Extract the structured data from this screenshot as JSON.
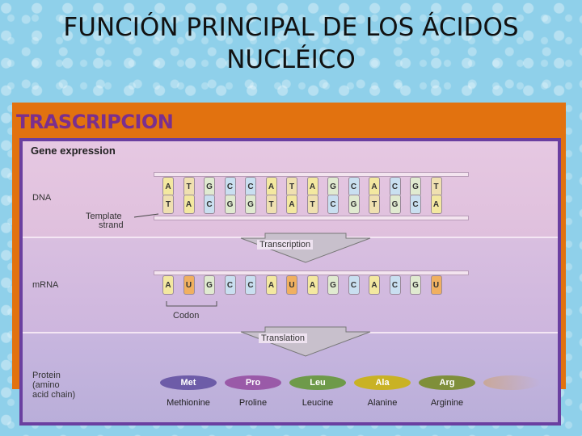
{
  "slide": {
    "title_line1": "FUNCIÓN PRINCIPAL DE LOS ÁCIDOS",
    "title_line2": "NUCLÉICO",
    "section_label": "TRASCRIPCION"
  },
  "figure": {
    "title": "Gene expression",
    "dna_label": "DNA",
    "template_label_1": "Template",
    "template_label_2": "strand",
    "transcription_label": "Transcription",
    "mrna_label": "mRNA",
    "codon_label": "Codon",
    "translation_label": "Translation",
    "protein_label_1": "Protein",
    "protein_label_2": "(amino",
    "protein_label_3": "acid chain)",
    "dna_top": [
      "A",
      "T",
      "G",
      "C",
      "C",
      "A",
      "T",
      "A",
      "G",
      "C",
      "A",
      "C",
      "G",
      "T"
    ],
    "dna_bottom": [
      "T",
      "A",
      "C",
      "G",
      "G",
      "T",
      "A",
      "T",
      "C",
      "G",
      "T",
      "G",
      "C",
      "A"
    ],
    "mrna": [
      "A",
      "U",
      "G",
      "C",
      "C",
      "A",
      "U",
      "A",
      "G",
      "C",
      "A",
      "C",
      "G",
      "U"
    ],
    "amino_acids": [
      {
        "abbr": "Met",
        "name": "Methionine",
        "color": "#6d5ca8"
      },
      {
        "abbr": "Pro",
        "name": "Proline",
        "color": "#9a5aa8"
      },
      {
        "abbr": "Leu",
        "name": "Leucine",
        "color": "#6e9a4a"
      },
      {
        "abbr": "Ala",
        "name": "Alanine",
        "color": "#c9b224"
      },
      {
        "abbr": "Arg",
        "name": "Arginine",
        "color": "#7f8f3a"
      }
    ]
  }
}
